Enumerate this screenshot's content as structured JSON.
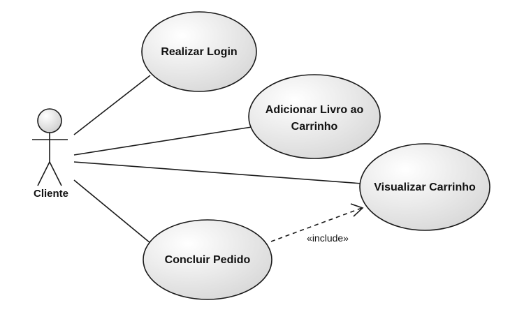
{
  "actor": {
    "label": "Cliente"
  },
  "use_cases": {
    "login": {
      "label": "Realizar Login"
    },
    "adicionar": {
      "line1": "Adicionar Livro ao",
      "line2": "Carrinho"
    },
    "visualizar": {
      "label": "Visualizar Carrinho"
    },
    "concluir": {
      "label": "Concluir Pedido"
    }
  },
  "relations": {
    "include": {
      "label": "«include»"
    }
  },
  "colors": {
    "ellipse_light": "#ffffff",
    "ellipse_dark": "#d9d9d9",
    "stroke": "#1a1a1a"
  }
}
